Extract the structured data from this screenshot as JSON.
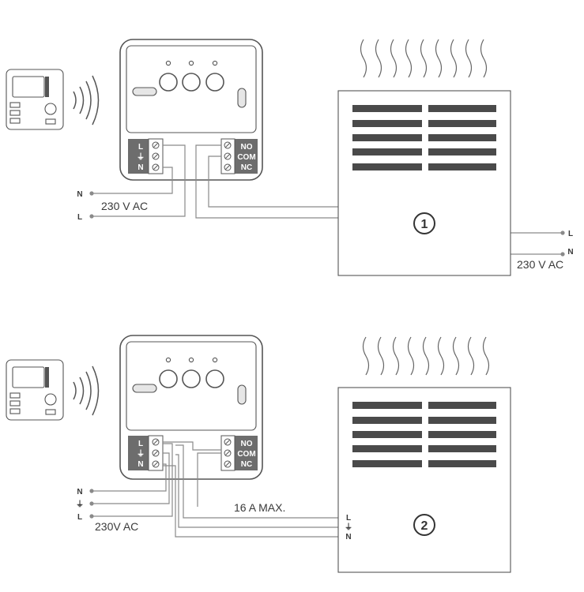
{
  "diagram1": {
    "relay_left_terminals": [
      "L",
      "⏚",
      "N"
    ],
    "relay_right_terminals": [
      "NO",
      "COM",
      "NC"
    ],
    "supply_pins": [
      "N",
      "L"
    ],
    "supply_voltage": "230 V AC",
    "heater_badge": "1",
    "heater_pins": [
      "L",
      "N"
    ],
    "heater_voltage": "230 V AC"
  },
  "diagram2": {
    "relay_left_terminals": [
      "L",
      "⏚",
      "N"
    ],
    "relay_right_terminals": [
      "NO",
      "COM",
      "NC"
    ],
    "supply_pins": [
      "N",
      "⏚",
      "L"
    ],
    "supply_voltage": "230V AC",
    "current_rating": "16 A MAX.",
    "heater_pins": [
      "L",
      "⏚",
      "N"
    ],
    "heater_badge": "2"
  },
  "colors": {
    "outline": "#555555",
    "wire": "#8a8a8a",
    "terminal_block": "#6d6d6d",
    "vent": "#4a4a4a"
  }
}
